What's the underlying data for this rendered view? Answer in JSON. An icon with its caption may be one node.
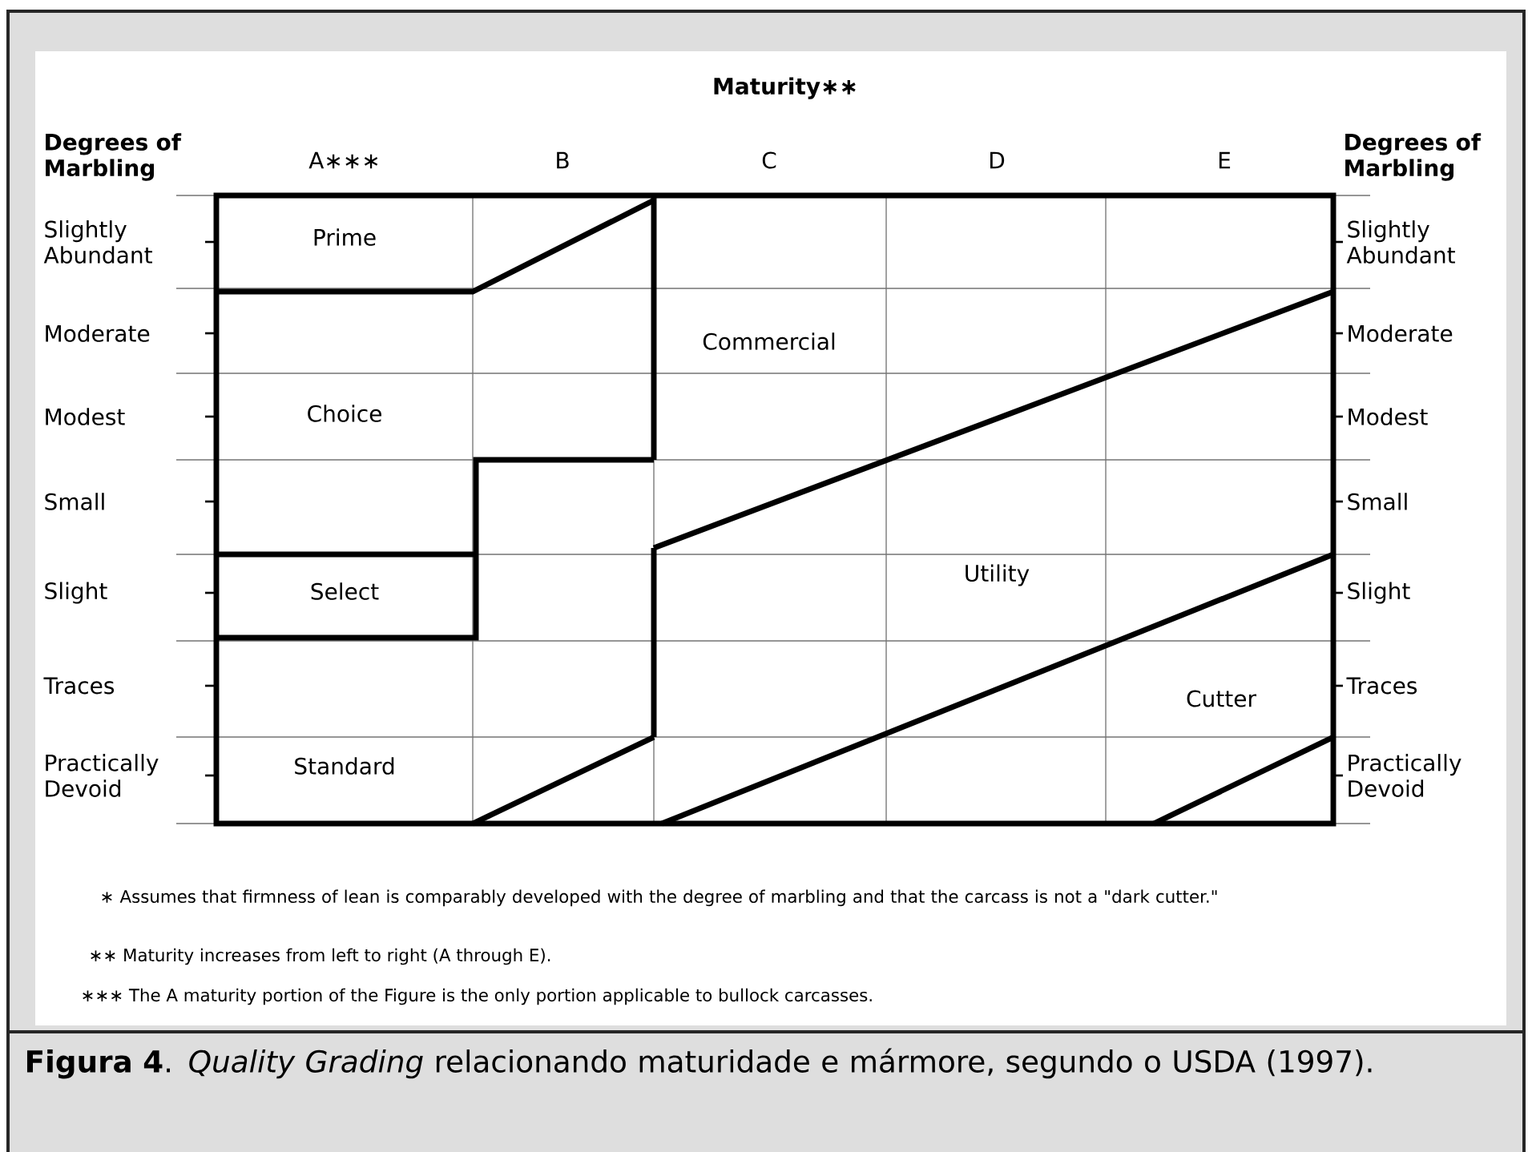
{
  "diagram": {
    "caption": "**Figura 4**. *Quality Grading* relacionando maturidade e mármore, segundo o USDA (1997).",
    "labels": [
      "Maturity∗∗",
      "Degrees of Marbling",
      "A∗∗∗",
      "B",
      "C",
      "D",
      "E",
      "Degrees of Marbling",
      "Slightly Abundant",
      "Prime",
      "Slightly Abundant",
      "Moderate",
      "Commercial",
      "Moderate",
      "Modest",
      "Choice",
      "Modest",
      "Small",
      "Small",
      "Slight",
      "Select",
      "Utility",
      "Slight",
      "Traces",
      "Cutter",
      "Traces",
      "Practically Devoid",
      "Standard",
      "Practically Devoid",
      "∗ Assumes that firmness of lean is comparably developed with the degree of marbling and that the carcass is not a \"dark cutter.\"",
      "∗∗ Maturity increases from left to right (A through E).",
      "∗∗∗ The A maturity portion of the Figure is the only portion applicable to bullock carcasses."
    ]
  }
}
